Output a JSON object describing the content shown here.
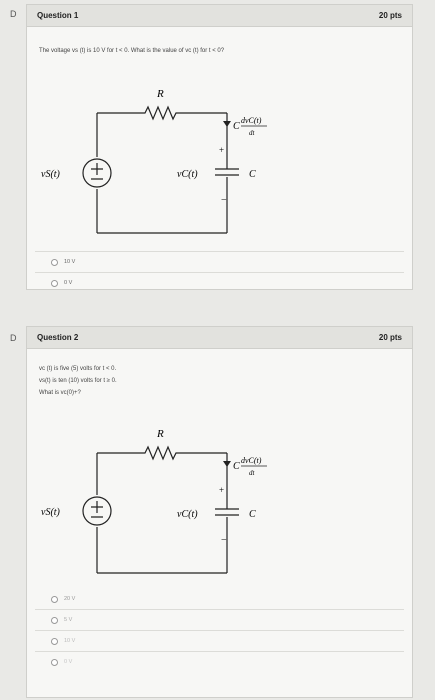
{
  "q1": {
    "flag": "D",
    "title": "Question 1",
    "points": "20 pts",
    "prompt": "The voltage vs (t) is 10 V for t < 0. What is the value of vc (t) for t < 0?",
    "circuit": {
      "resistor": "R",
      "source": "vS(t)",
      "cap_voltage": "vC(t)",
      "cap_label": "C",
      "current_prefix": "C",
      "current_num": "dvC(t)",
      "current_den": "dt",
      "plus": "+",
      "minus": "−"
    },
    "options": [
      "10 V",
      "0 V"
    ]
  },
  "q2": {
    "flag": "D",
    "title": "Question 2",
    "points": "20 pts",
    "prompt_lines": [
      "vc (t) is five (5) volts for t < 0.",
      "vs(t) is ten (10) volts for t ≥ 0.",
      "What is vc(0)+?"
    ],
    "circuit": {
      "resistor": "R",
      "source": "vS(t)",
      "cap_voltage": "vC(t)",
      "cap_label": "C",
      "current_prefix": "C",
      "current_num": "dvC(t)",
      "current_den": "dt",
      "plus": "+",
      "minus": "−"
    },
    "options": [
      "20 V",
      "5 V",
      "10 V",
      "0 V"
    ]
  },
  "colors": {
    "page": "#e9e9e6",
    "card": "#f7f7f5",
    "header": "#e2e2de",
    "ink": "#333333"
  }
}
